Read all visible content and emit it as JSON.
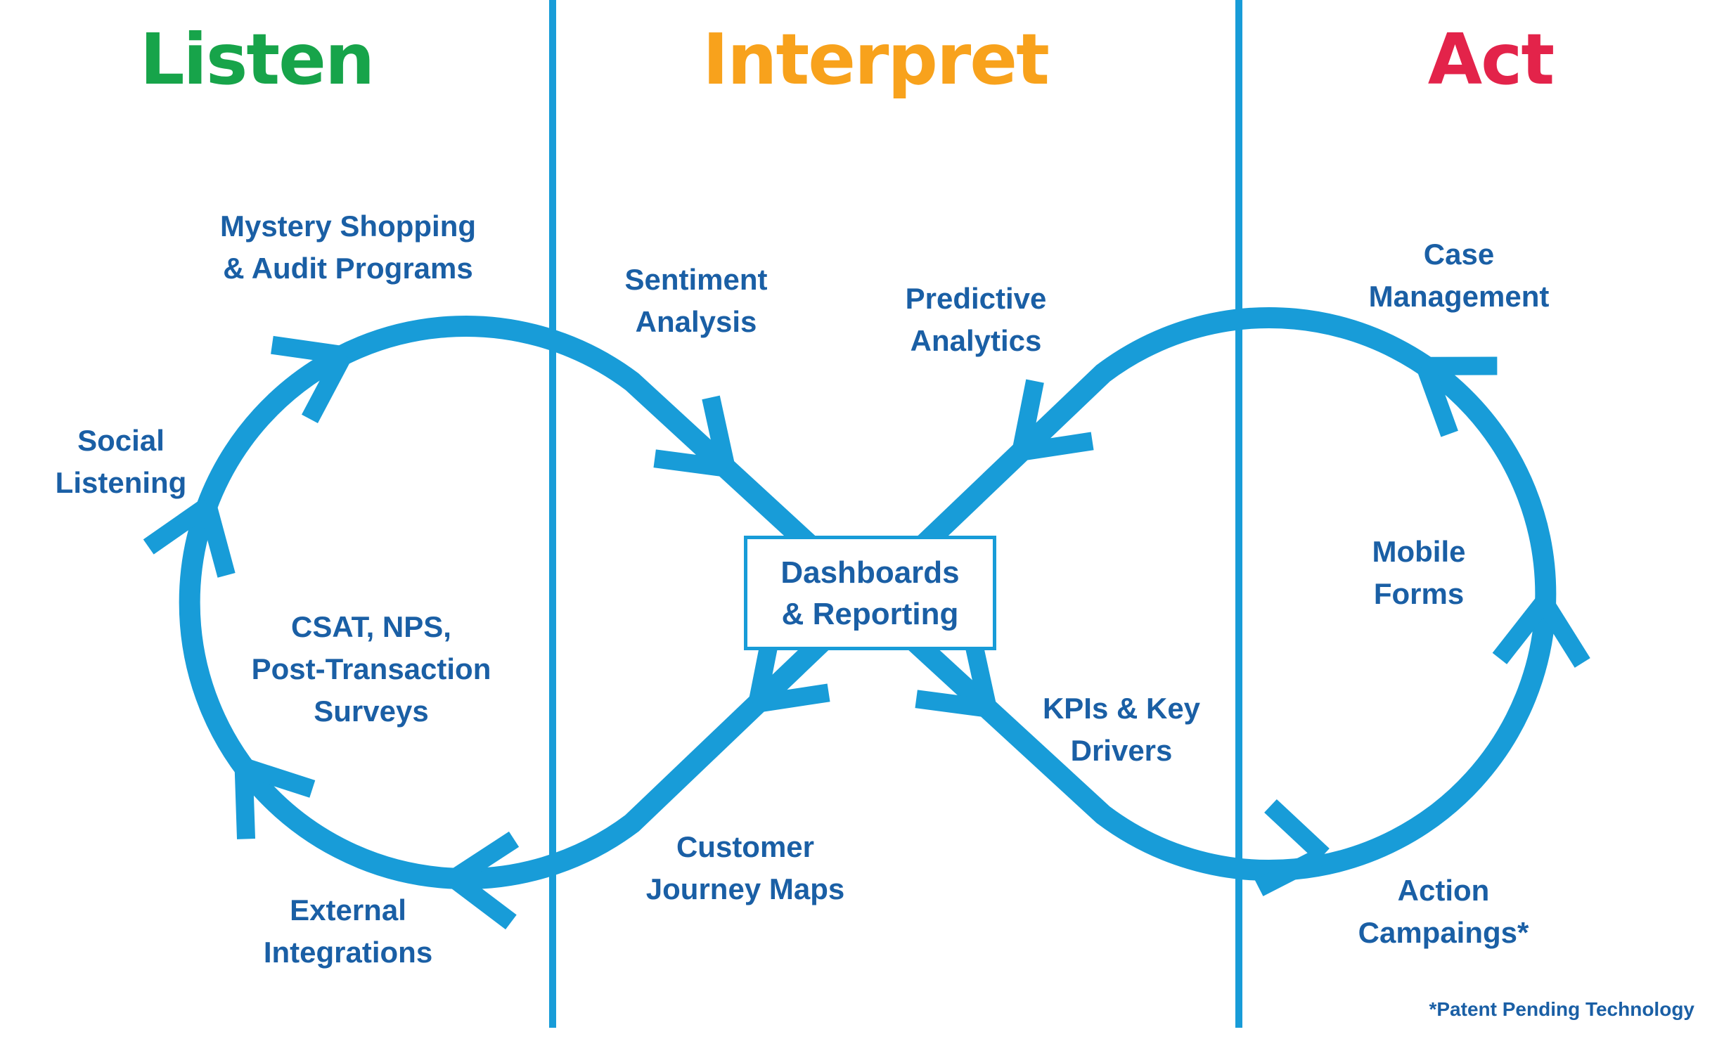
{
  "title": "Listen Interpret Act infinity loop diagram",
  "columns": [
    {
      "label": "Listen",
      "color": "#17a44a"
    },
    {
      "label": "Interpret",
      "color": "#f8a21c"
    },
    {
      "label": "Act",
      "color": "#e3234a"
    }
  ],
  "labels": {
    "mystery_shopping": [
      "Mystery Shopping",
      "& Audit Programs"
    ],
    "social_listening": [
      "Social",
      "Listening"
    ],
    "csat_nps": [
      "CSAT, NPS,",
      "Post-Transaction",
      "Surveys"
    ],
    "external_integrations": [
      "External",
      "Integrations"
    ],
    "sentiment_analysis": [
      "Sentiment",
      "Analysis"
    ],
    "predictive_analytics": [
      "Predictive",
      "Analytics"
    ],
    "customer_journey": [
      "Customer",
      "Journey Maps"
    ],
    "kpis_key_drivers": [
      "KPIs & Key",
      "Drivers"
    ],
    "case_management": [
      "Case",
      "Management"
    ],
    "mobile_forms": [
      "Mobile",
      "Forms"
    ],
    "action_campaigns": [
      "Action",
      "Campaings*"
    ]
  },
  "center_box": {
    "lines": [
      "Dashboards",
      "& Reporting"
    ]
  },
  "footnote": "*Patent Pending Technology",
  "colors": {
    "loop_blue": "#189cd8",
    "label_blue": "#1a5fa5",
    "listen_green": "#17a44a",
    "interpret_orange": "#f8a21c",
    "act_red": "#e3234a"
  }
}
